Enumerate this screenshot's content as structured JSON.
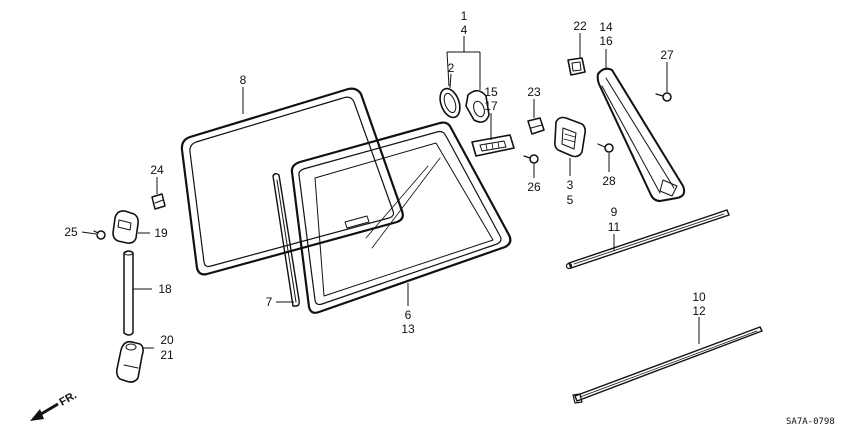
{
  "diagram": {
    "diagram_code": "SA7A-0798",
    "direction_label": "FR.",
    "callouts": [
      {
        "id": "c1",
        "text": "1"
      },
      {
        "id": "c4",
        "text": "4"
      },
      {
        "id": "c2",
        "text": "2"
      },
      {
        "id": "c8",
        "text": "8"
      },
      {
        "id": "c15",
        "text": "15"
      },
      {
        "id": "c17",
        "text": "17"
      },
      {
        "id": "c22",
        "text": "22"
      },
      {
        "id": "c14",
        "text": "14"
      },
      {
        "id": "c16",
        "text": "16"
      },
      {
        "id": "c27",
        "text": "27"
      },
      {
        "id": "c23",
        "text": "23"
      },
      {
        "id": "c24",
        "text": "24"
      },
      {
        "id": "c26",
        "text": "26"
      },
      {
        "id": "c3",
        "text": "3"
      },
      {
        "id": "c5",
        "text": "5"
      },
      {
        "id": "c28",
        "text": "28"
      },
      {
        "id": "c9",
        "text": "9"
      },
      {
        "id": "c11",
        "text": "11"
      },
      {
        "id": "c25",
        "text": "25"
      },
      {
        "id": "c19",
        "text": "19"
      },
      {
        "id": "c18",
        "text": "18"
      },
      {
        "id": "c7",
        "text": "7"
      },
      {
        "id": "c6",
        "text": "6"
      },
      {
        "id": "c13",
        "text": "13"
      },
      {
        "id": "c10",
        "text": "10"
      },
      {
        "id": "c12",
        "text": "12"
      },
      {
        "id": "c20",
        "text": "20"
      },
      {
        "id": "c21",
        "text": "21"
      }
    ]
  }
}
